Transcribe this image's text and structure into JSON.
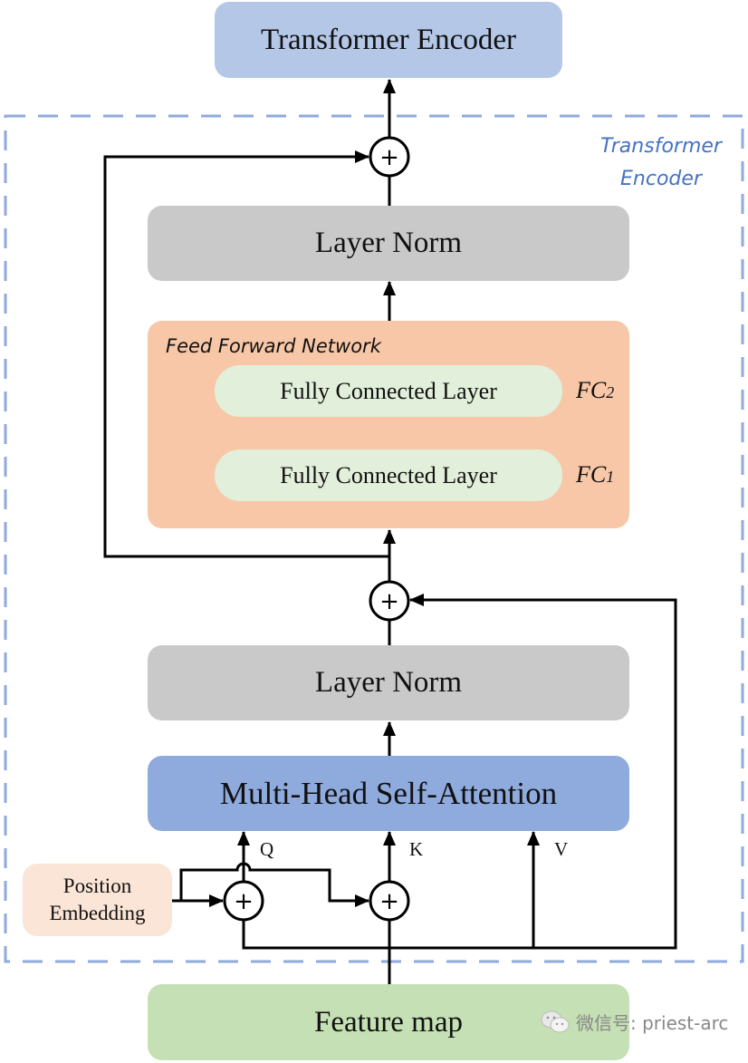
{
  "diagram": {
    "title_block": "Transformer Encoder",
    "group_label": [
      "Transformer",
      "Encoder"
    ],
    "blocks": {
      "layer_norm_top": "Layer Norm",
      "feed_forward": {
        "title": "Feed Forward Network",
        "fc2": {
          "label": "Fully Connected Layer",
          "tag": "FC2"
        },
        "fc1": {
          "label": "Fully Connected Layer",
          "tag": "FC1"
        }
      },
      "layer_norm_bottom": "Layer Norm",
      "attention": "Multi-Head Self-Attention",
      "position_embedding": [
        "Position",
        "Embedding"
      ],
      "feature_map": "Feature map"
    },
    "inputs": {
      "q": "Q",
      "k": "K",
      "v": "V"
    },
    "adder_symbol": "+",
    "colors": {
      "encoder_block": "#b4c7e7",
      "layer_norm": "#c9c9c9",
      "feed_forward": "#f7c7a8",
      "fully_connected": "#e2efda",
      "attention": "#8faadc",
      "position_embedding": "#fbe5d6",
      "feature_map": "#c5e0b4",
      "dashed_border": "#8faadc",
      "group_label": "#4472c4"
    }
  },
  "watermark": {
    "text": "微信号: priest-arc",
    "icon": "wechat-icon"
  }
}
